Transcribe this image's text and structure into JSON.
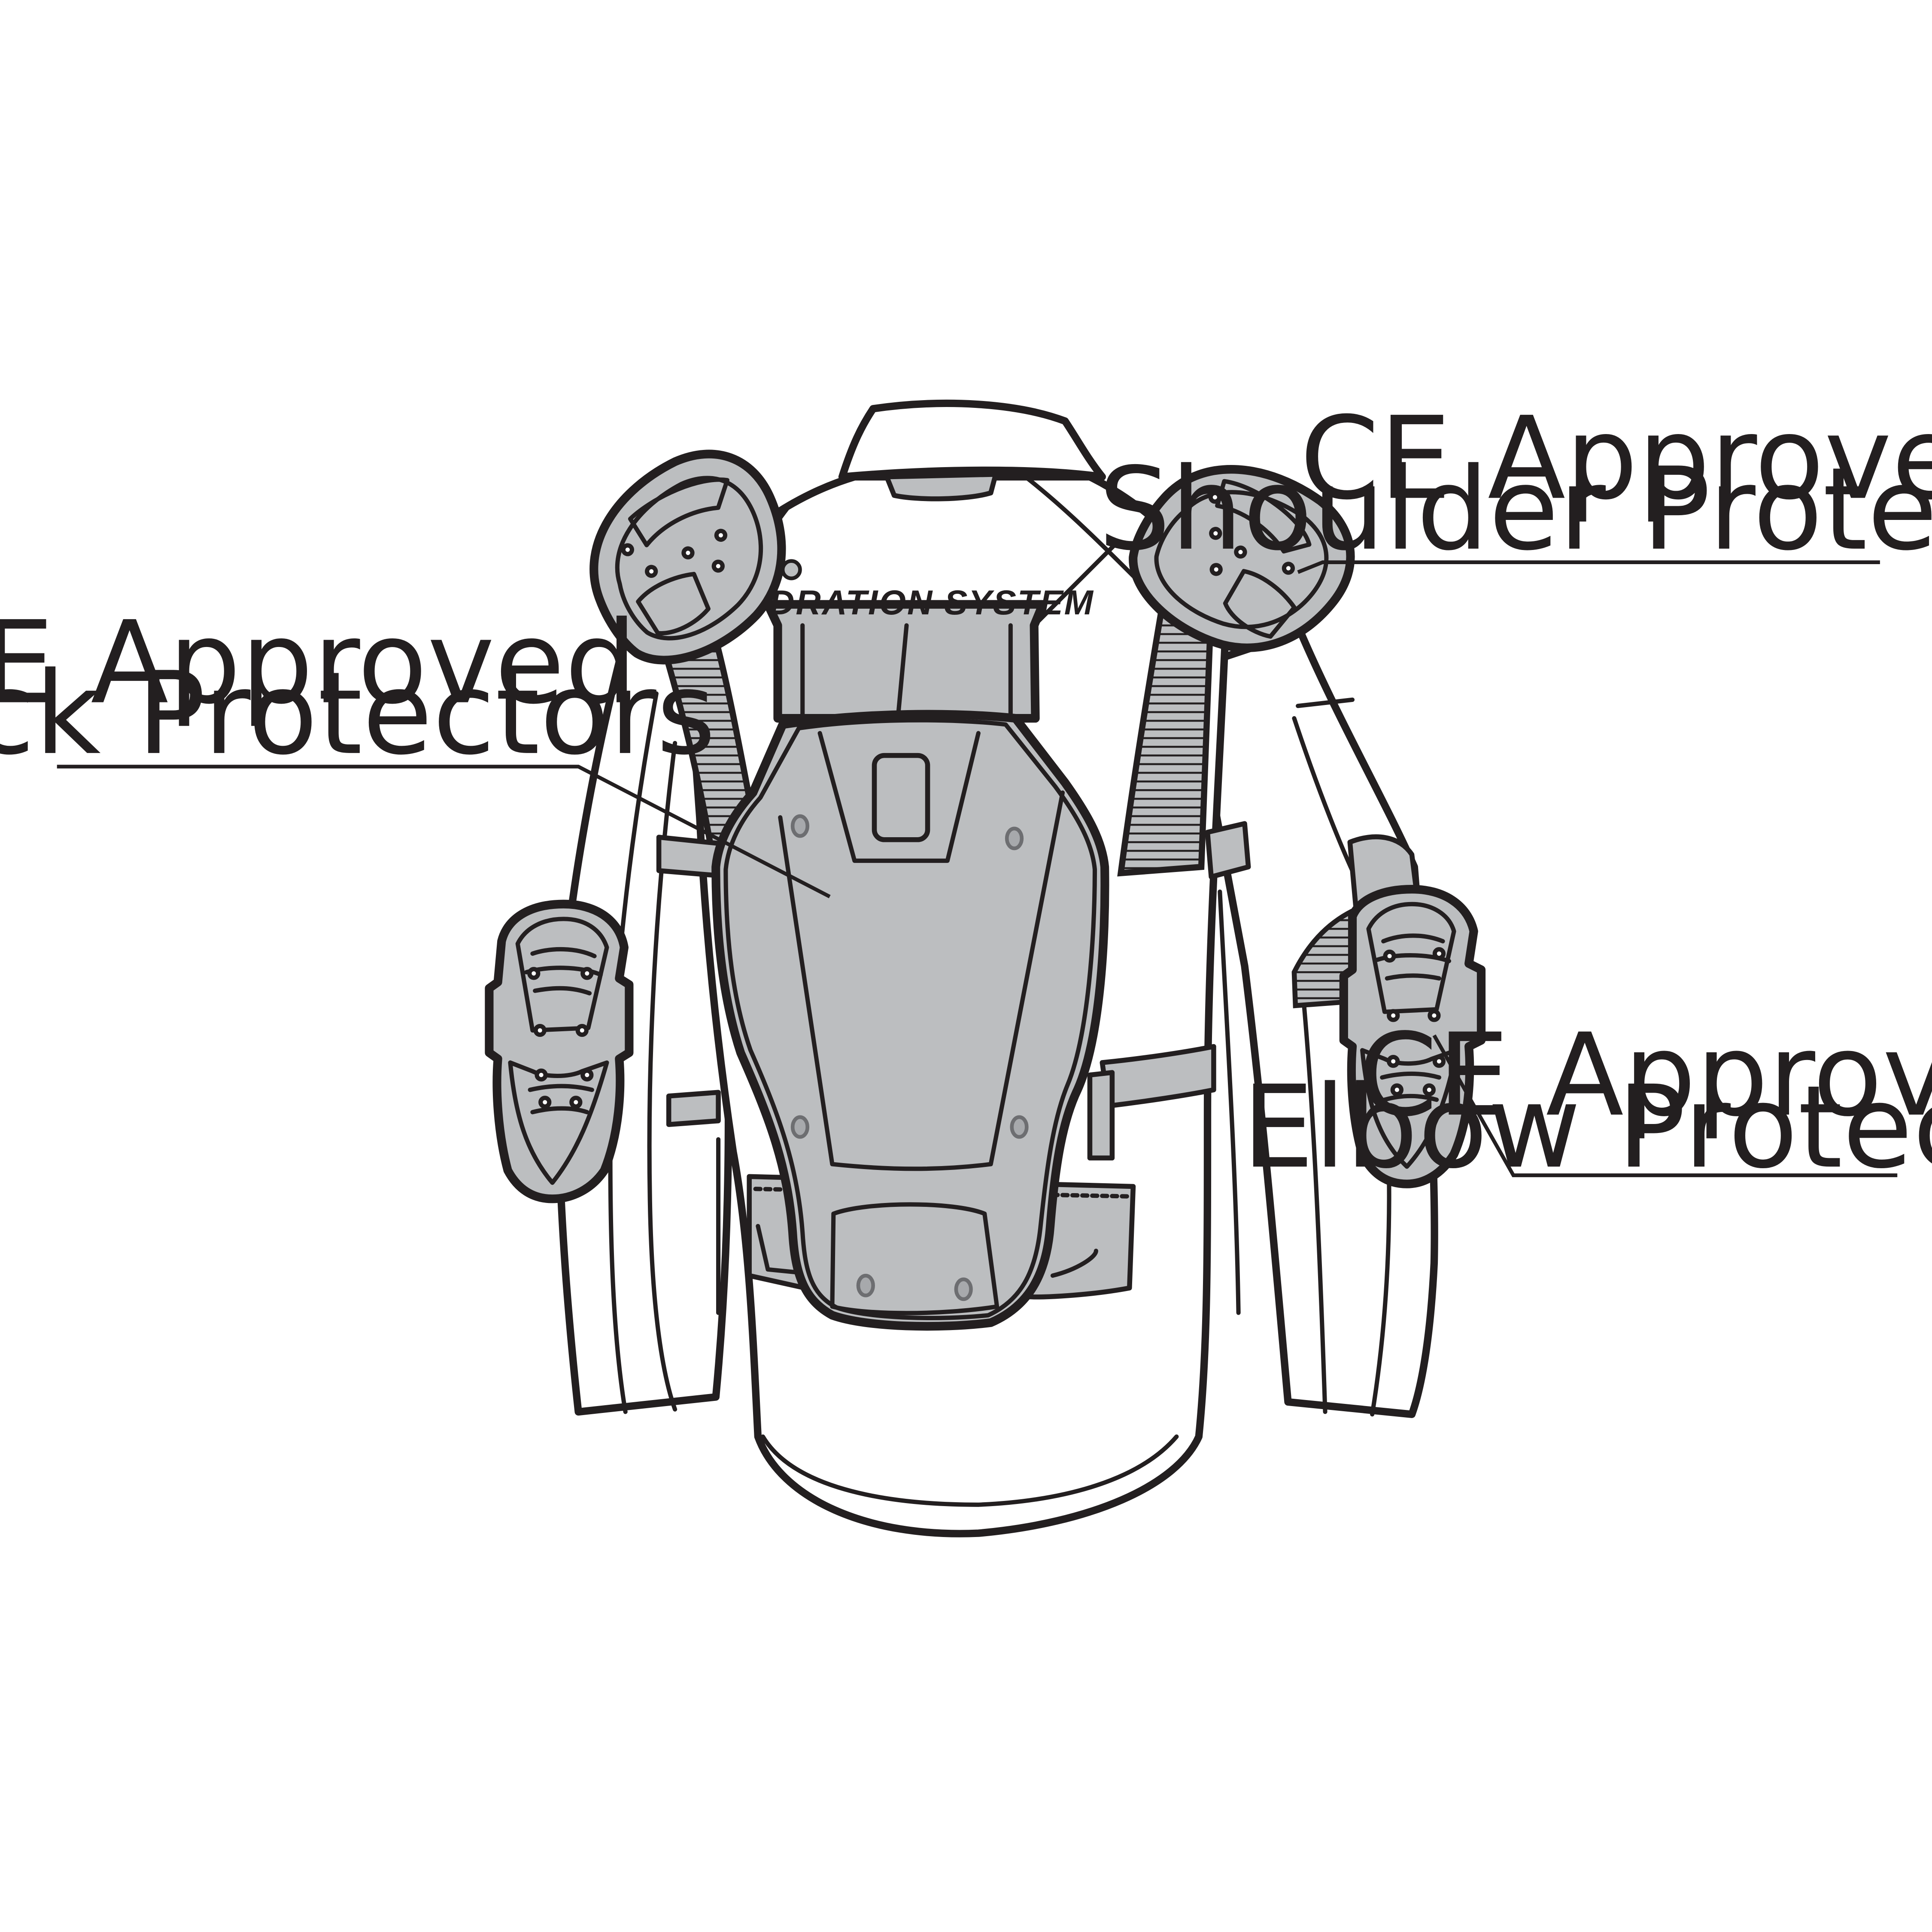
{
  "colors": {
    "outline": "#231f20",
    "protector_fill": "#bcbec0",
    "jacket_fill": "#ffffff",
    "background": "#ffffff"
  },
  "jacket": {
    "hydration_tag": "HYDRATION SYSTEM"
  },
  "callouts": {
    "shoulder": {
      "line1": "CE Approved",
      "line2": "Shoulder Protectors"
    },
    "back": {
      "line1": "CE Approved",
      "line2": "Back Protectors"
    },
    "elbow": {
      "line1": "CE Approved",
      "line2": "Elbow Protectors"
    }
  }
}
